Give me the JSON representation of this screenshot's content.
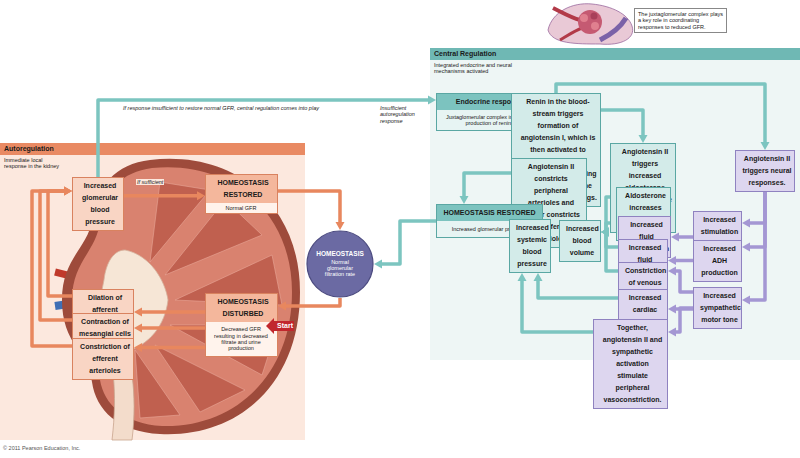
{
  "diagram": {
    "nodes": [
      {
        "text": [
          "Autoregulation",
          "Immediate local response in the kidney"
        ]
      },
      {
        "text": [
          "Increased glomerular blood pressure"
        ],
        "in": 0
      },
      {
        "text": [
          "HOMEOSTASIS RESTORED",
          "Normal GFR"
        ],
        "in": 0
      },
      {
        "text": [
          "Dilation of afferent arterioles"
        ],
        "in": 0
      },
      {
        "text": [
          "Contraction of mesangial cells"
        ],
        "in": 0
      },
      {
        "text": [
          "Constriction of efferent arterioles"
        ],
        "in": 0
      },
      {
        "text": [
          "HOMEOSTASIS DISTURBED",
          "Decreased GFR resulting in decreased filtrate and urine production"
        ],
        "in": 0
      },
      {
        "text": [
          "Start"
        ],
        "in": 0
      },
      {
        "text": [
          "HOMEOSTASIS",
          "Normal glomerular filtration rate"
        ]
      },
      {
        "text": [
          "Central Regulation",
          "Integrated endocrine and neural mechanisms activated"
        ]
      },
      {
        "text": [
          "Endocrine response",
          "Juxtaglomerular complex increases production of renin."
        ],
        "in": 9
      },
      {
        "text": [
          "Renin in the blood-stream triggers formation of angiotensin I, which is then activated to angiotensin II by angiotensin converting enzyme (ACE) in the capillaries of the lungs."
        ],
        "in": 9
      },
      {
        "text": [
          "Angiotensin II constricts peripheral arterioles and further constricts the efferent arterioles."
        ],
        "in": 9
      },
      {
        "text": [
          "Angiotensin II triggers increased aldosterone secretion by the suprarenal glands."
        ],
        "in": 9
      },
      {
        "text": [
          "Angiotensin II triggers neural responses."
        ],
        "in": 9
      },
      {
        "text": [
          "Aldosterone increases Na+ retention."
        ],
        "in": 9
      },
      {
        "text": [
          "HOMEOSTASIS RESTORED",
          "Increased glomerular pressure"
        ],
        "in": 9
      },
      {
        "text": [
          "Increased systemic blood pressure"
        ],
        "in": 9
      },
      {
        "text": [
          "Increased blood volume"
        ],
        "in": 9
      },
      {
        "text": [
          "Increased fluid consumption"
        ],
        "in": 9
      },
      {
        "text": [
          "Increased fluid retention"
        ],
        "in": 9
      },
      {
        "text": [
          "Constriction of venous reservoirs"
        ],
        "in": 9
      },
      {
        "text": [
          "Increased stimulation of thirst centers"
        ],
        "in": 9
      },
      {
        "text": [
          "Increased ADH production"
        ],
        "in": 9
      },
      {
        "text": [
          "Increased cardiac output"
        ],
        "in": 9
      },
      {
        "text": [
          "Increased sympathetic motor tone"
        ],
        "in": 9
      },
      {
        "text": [
          "Together, angiotensin II and sympathetic activation stimulate peripheral vasoconstriction."
        ],
        "in": 9
      },
      {
        "text": [
          "The juxtaglomerular complex plays a key role in coordinating responses to reduced GFR."
        ]
      }
    ],
    "edges": [
      {
        "from": 6,
        "to": 3,
        "arrow": "to"
      },
      {
        "from": 6,
        "to": 4,
        "arrow": "to"
      },
      {
        "from": 6,
        "to": 5,
        "arrow": "to"
      },
      {
        "from": 3,
        "to": 1,
        "arrow": "to"
      },
      {
        "from": 4,
        "to": 1,
        "arrow": "to"
      },
      {
        "from": 5,
        "to": 1,
        "arrow": "to"
      },
      {
        "from": 1,
        "to": 2,
        "label": "If sufficient",
        "arrow": "to"
      },
      {
        "from": 2,
        "to": 8,
        "arrow": "to"
      },
      {
        "from": 8,
        "to": 6,
        "arrow": "to"
      },
      {
        "from": 1,
        "to": 10,
        "label": "If response insufficient to restore normal GFR, central regulation comes into play",
        "arrow": "to"
      },
      {
        "from": 10,
        "to": 11,
        "arrow": "to"
      },
      {
        "from": 11,
        "to": 12,
        "arrow": "to"
      },
      {
        "from": 11,
        "to": 13,
        "arrow": "to"
      },
      {
        "from": 11,
        "to": 14,
        "arrow": "to"
      },
      {
        "from": 13,
        "to": 15,
        "arrow": "to"
      },
      {
        "from": 15,
        "to": 18,
        "arrow": "to"
      },
      {
        "from": 19,
        "to": 18,
        "arrow": "to"
      },
      {
        "from": 20,
        "to": 18,
        "arrow": "to"
      },
      {
        "from": 21,
        "to": 18,
        "arrow": "to"
      },
      {
        "from": 18,
        "to": 17,
        "arrow": "to"
      },
      {
        "from": 12,
        "to": 17,
        "arrow": "to"
      },
      {
        "from": 12,
        "to": 16,
        "arrow": "to"
      },
      {
        "from": 17,
        "to": 16,
        "arrow": "to"
      },
      {
        "from": 24,
        "to": 17,
        "arrow": "to"
      },
      {
        "from": 26,
        "to": 17,
        "arrow": "to"
      },
      {
        "from": 16,
        "to": 8,
        "arrow": "to"
      },
      {
        "from": 14,
        "to": 22,
        "arrow": "to"
      },
      {
        "from": 14,
        "to": 23,
        "arrow": "to"
      },
      {
        "from": 14,
        "to": 25,
        "arrow": "to"
      },
      {
        "from": 22,
        "to": 19,
        "arrow": "to"
      },
      {
        "from": 23,
        "to": 20,
        "arrow": "to"
      },
      {
        "from": 25,
        "to": 21,
        "arrow": "to"
      },
      {
        "from": 25,
        "to": 24,
        "arrow": "to"
      },
      {
        "from": 25,
        "to": 26,
        "arrow": "to"
      }
    ],
    "labels": [
      "Insufficient autoregulation response",
      "© 2011 Pearson Education, Inc."
    ]
  }
}
